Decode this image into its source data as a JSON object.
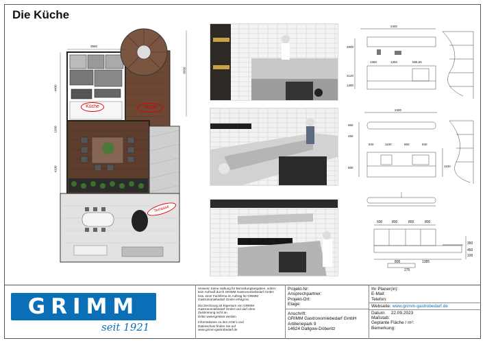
{
  "page": {
    "title": "Die Küche"
  },
  "plan": {
    "dims": {
      "top": "3560",
      "left_upper": "4400",
      "left_middle": "1990",
      "left_lower": "4100",
      "right_upper": "3560"
    },
    "labels": {
      "kitchen": "Küche",
      "stairs": "Treppe",
      "terrace": "Terrasse"
    }
  },
  "elevations": {
    "dims_top": [
      "2400",
      "1350",
      "1350",
      "595,55"
    ],
    "dims_top_left": [
      "2900",
      "2120",
      "1280"
    ],
    "dims_mid_top": "2400",
    "dims_mid": [
      "840",
      "1100",
      "850",
      "940"
    ],
    "dims_mid_left": [
      "950",
      "450",
      "900"
    ],
    "dims_mid_right": "1100",
    "dims_bottom_top": [
      "600",
      "800",
      "800",
      "800"
    ],
    "dims_bottom": [
      "800",
      "1385"
    ],
    "dims_bottom_left": "275",
    "dims_bottom_right": [
      "350",
      "450",
      "100"
    ]
  },
  "titleblock": {
    "brand": "GRIMM",
    "slogan": "seit 1921",
    "notes": [
      "Hinweis: Keine Haftung für Bemaßungsangaben, sofern",
      "kein Aufmaß durch GRIMM Gastronomiebedarf GmbH",
      "bzw. einer Fachfirma im Auftrag für GRIMM",
      "Gastronomiebedarf GmbH erfolgt ist.",
      "",
      "Die Zeichnung ist Eigentum von GRIMM",
      "Gastronomiebedarf GmbH und darf ohne",
      "Zustimmung nicht an",
      "Dritte weitergeleitet werden",
      "",
      "Informationen zu den AGB´s und",
      "Datenschutz finden Sie auf",
      "www.grimm-gastrobedarf.de"
    ],
    "project": {
      "nr": "Projekt-Nr:",
      "contact": "Ansprechpartner:",
      "place": "Projekt-Ort:",
      "floor": "Etage:"
    },
    "address": {
      "label": "Anschrift:",
      "company": "GRIMM Gastronomiebedarf GmbH",
      "street": "Artilleriepark 9",
      "city": "14624 Dallgow-Döberitz"
    },
    "right": {
      "planner": "Ihr Planer(in):",
      "email": "E-Mail:",
      "phone": "Telefon:",
      "website_label": "Webseite:",
      "website": "www.grimm-gastrobedarf.de",
      "date_label": "Datum:",
      "date": "22.09.2023",
      "scale": "Maßstab:",
      "area": "Geplante Fläche / m²:",
      "remark": "Bemerkung:"
    }
  }
}
